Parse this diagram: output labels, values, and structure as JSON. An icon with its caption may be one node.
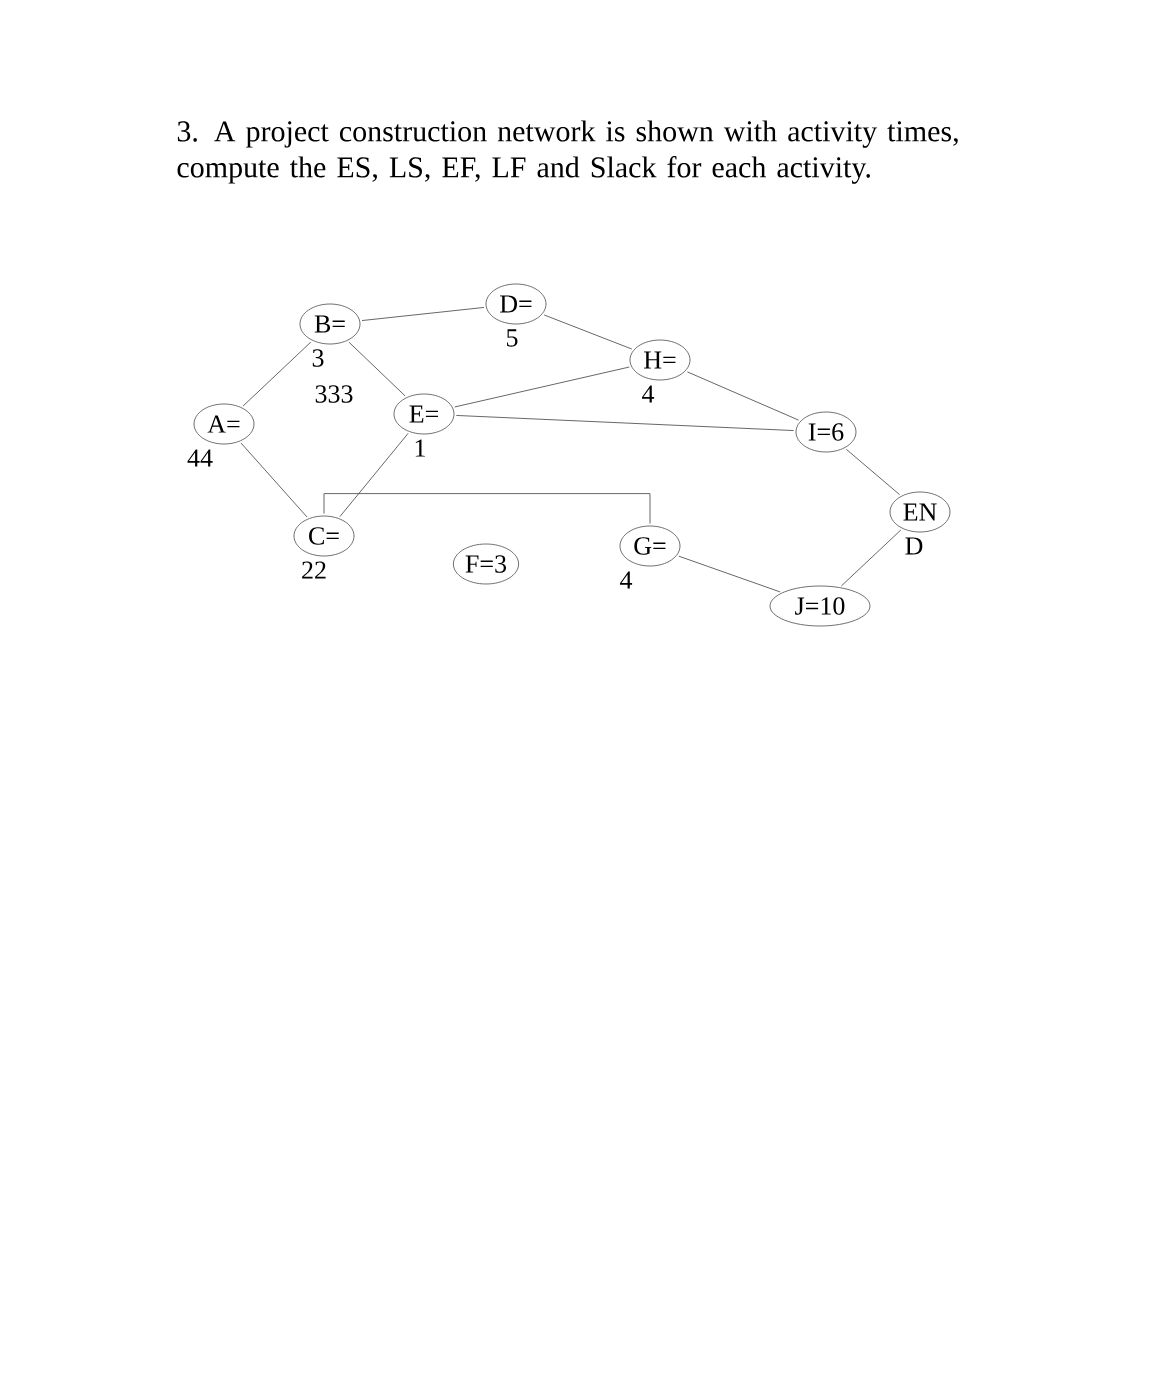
{
  "diagram": {
    "title": "3. A project construction network is shown with activity times, compute the ES, LS, EF, LF and Slack for each activity.",
    "nodes": [
      {
        "text": [
          "A="
        ],
        "beside": [
          "44"
        ]
      },
      {
        "text": [
          "B="
        ],
        "beside": [
          "3",
          "333"
        ]
      },
      {
        "text": [
          "C="
        ],
        "beside": [
          "22"
        ]
      },
      {
        "text": [
          "D="
        ],
        "beside": [
          "5"
        ]
      },
      {
        "text": [
          "E="
        ],
        "beside": [
          "1"
        ]
      },
      {
        "text": [
          "F=3"
        ]
      },
      {
        "text": [
          "G="
        ],
        "beside": [
          "4"
        ]
      },
      {
        "text": [
          "H="
        ],
        "beside": [
          "4"
        ]
      },
      {
        "text": [
          "I=6"
        ]
      },
      {
        "text": [
          "EN"
        ],
        "beside": [
          "D"
        ]
      },
      {
        "text": [
          "J=10"
        ]
      }
    ],
    "edges": [
      {
        "from": 0,
        "to": 1,
        "arrow": "none"
      },
      {
        "from": 0,
        "to": 2,
        "arrow": "none"
      },
      {
        "from": 1,
        "to": 3,
        "arrow": "none"
      },
      {
        "from": 1,
        "to": 4,
        "arrow": "none"
      },
      {
        "from": 2,
        "to": 4,
        "arrow": "none"
      },
      {
        "from": 3,
        "to": 7,
        "arrow": "none"
      },
      {
        "from": 4,
        "to": 7,
        "arrow": "none"
      },
      {
        "from": 4,
        "to": 8,
        "arrow": "none"
      },
      {
        "from": 2,
        "to": 6,
        "arrow": "none"
      },
      {
        "from": 7,
        "to": 8,
        "arrow": "none"
      },
      {
        "from": 8,
        "to": 9,
        "arrow": "none"
      },
      {
        "from": 6,
        "to": 10,
        "arrow": "none"
      },
      {
        "from": 10,
        "to": 9,
        "arrow": "none"
      }
    ]
  }
}
